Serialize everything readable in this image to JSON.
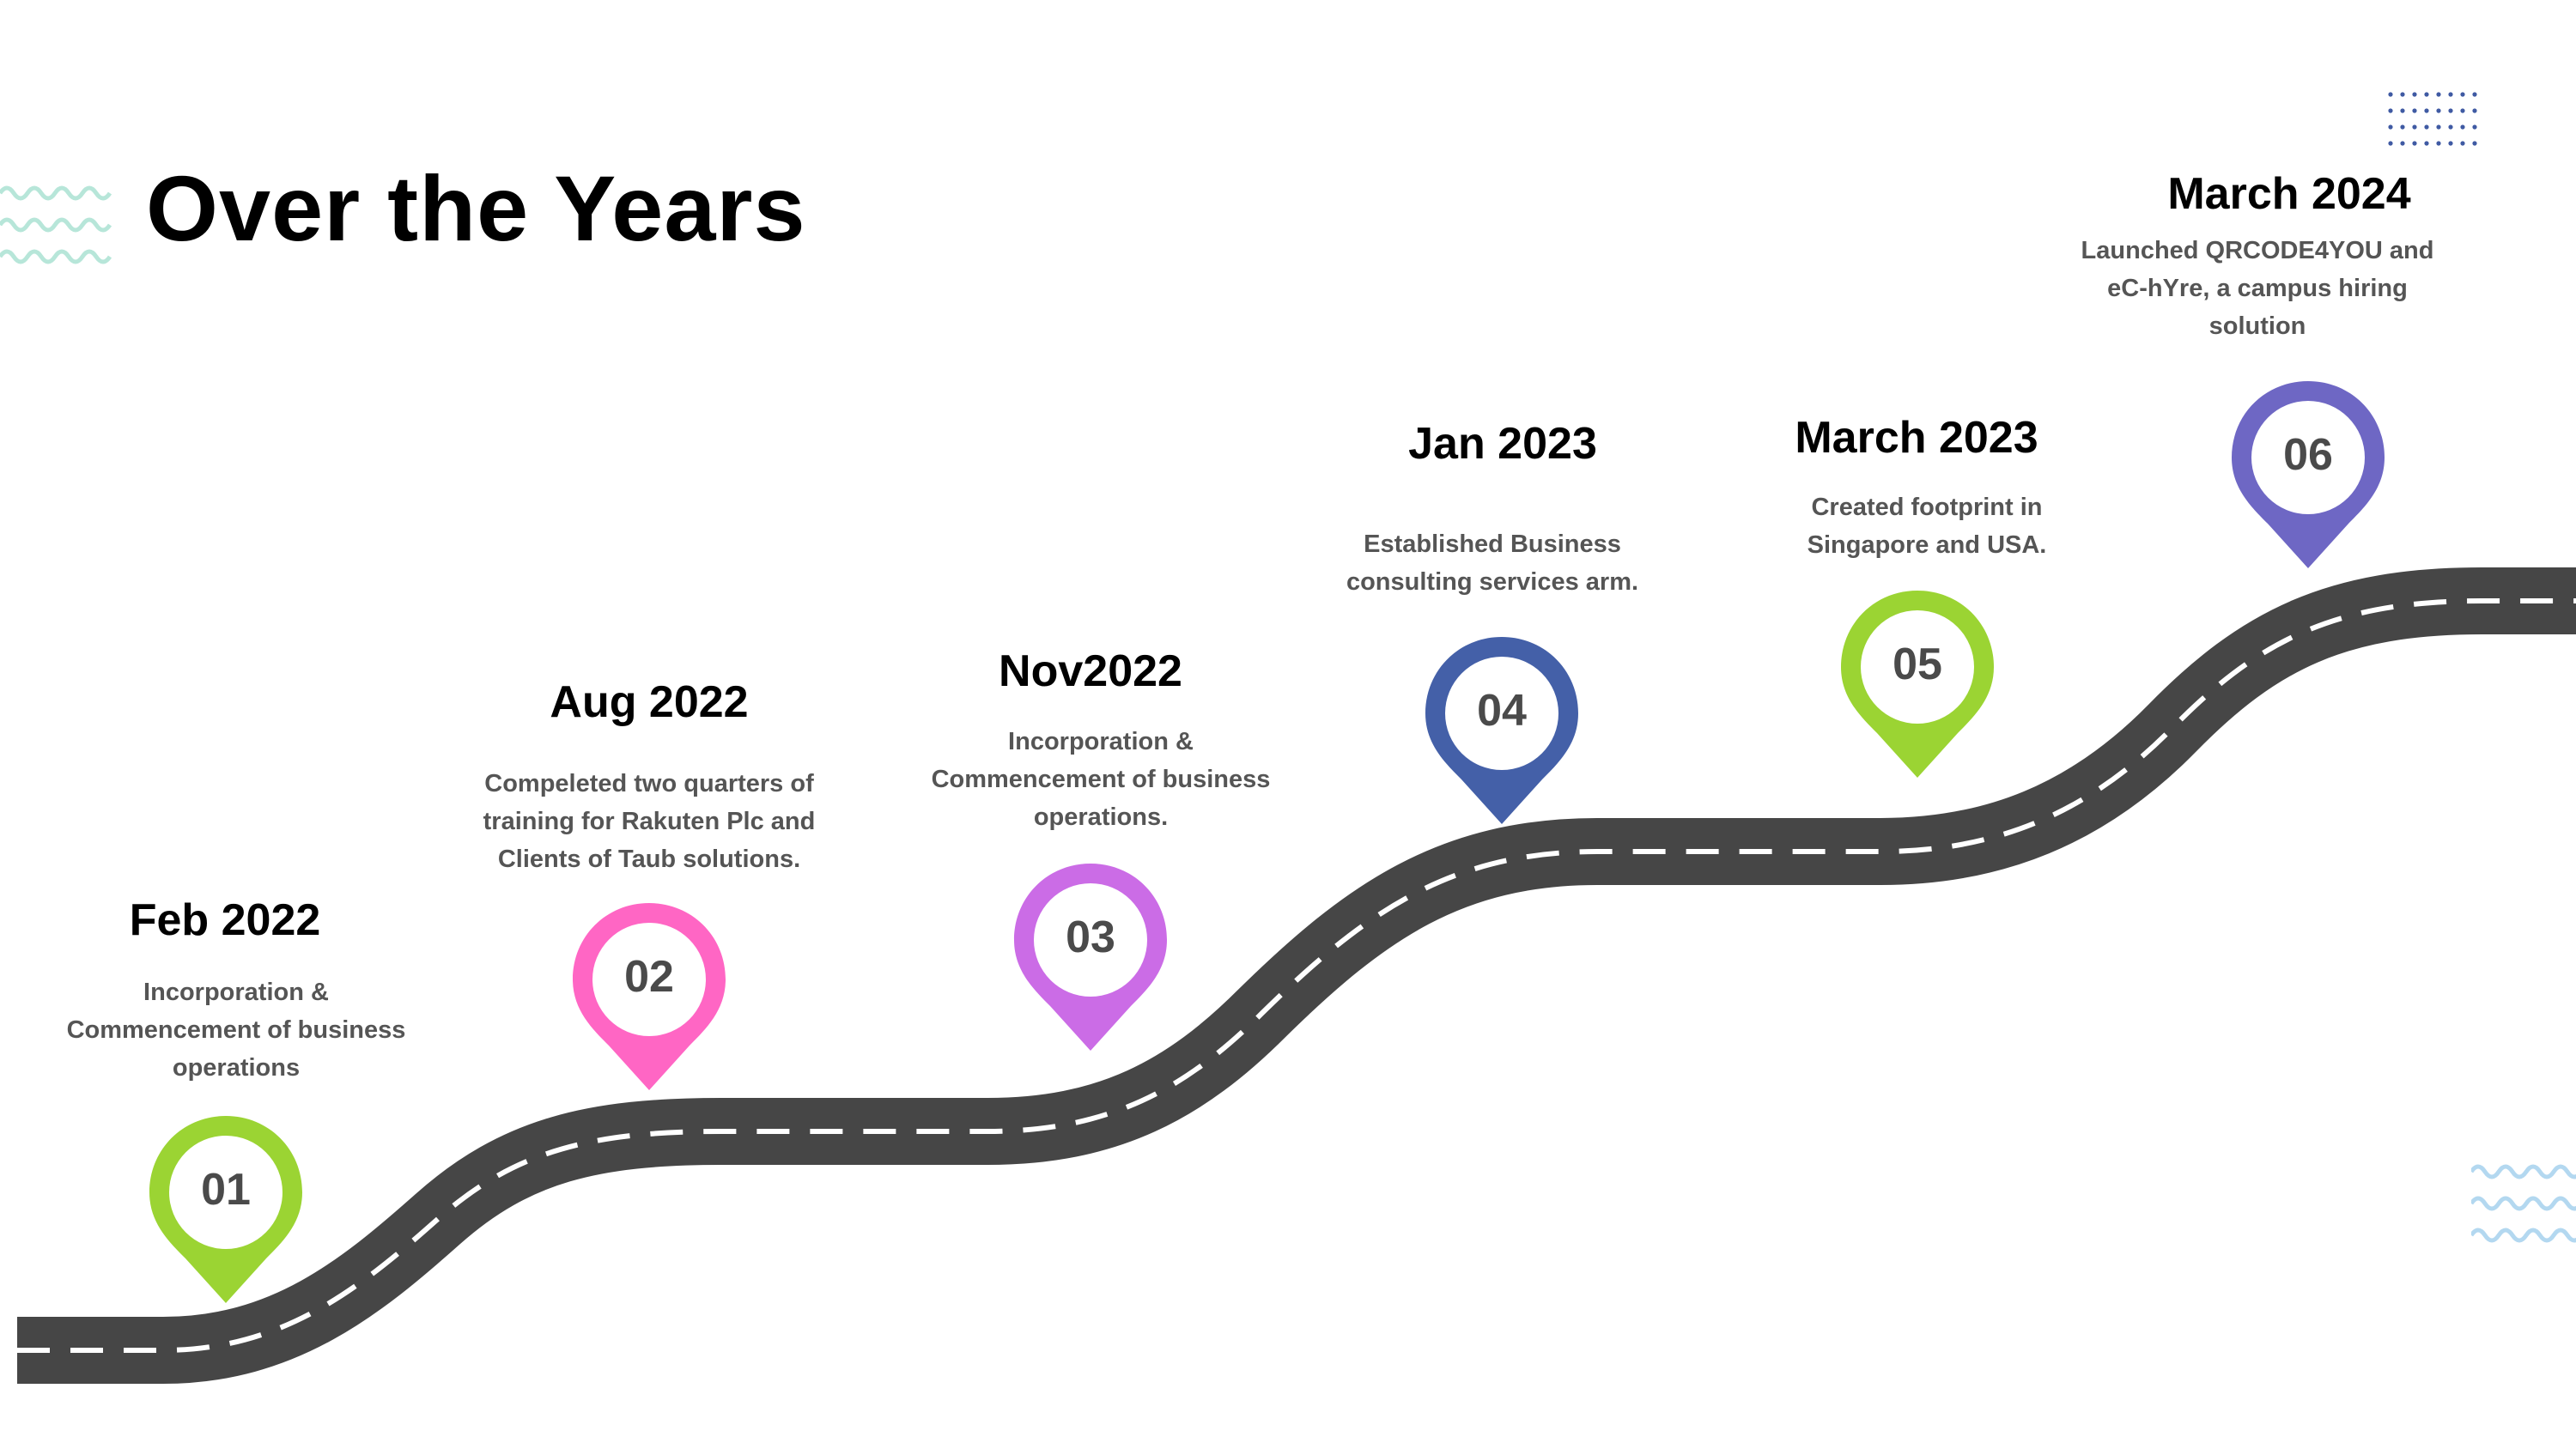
{
  "title": "Over the Years",
  "colors": {
    "road": "#464646",
    "lane": "#ffffff",
    "green": "#9bd433",
    "pink": "#ff66c4",
    "violet": "#cb6ce6",
    "navy": "#4460a8",
    "purple": "#6e67c4",
    "wave_mint": "#b7e6d9",
    "wave_blue": "#b3d8f0",
    "dots": "#3f5aa3"
  },
  "milestones": [
    {
      "number": "01",
      "date": "Feb 2022",
      "description": "Incorporation & Commencement of business operations",
      "color_key": "green",
      "icon": "map-pin-icon"
    },
    {
      "number": "02",
      "date": "Aug 2022",
      "description": "Compeleted two quarters of training for Rakuten Plc and Clients of Taub solutions.",
      "color_key": "pink",
      "icon": "map-pin-icon"
    },
    {
      "number": "03",
      "date": "Nov2022",
      "description": "Incorporation & Commencement of business operations.",
      "color_key": "violet",
      "icon": "map-pin-icon"
    },
    {
      "number": "04",
      "date": "Jan 2023",
      "description": "Established Business consulting services arm.",
      "color_key": "navy",
      "icon": "map-pin-icon"
    },
    {
      "number": "05",
      "date": "March 2023",
      "description": "Created footprint in Singapore and USA.",
      "color_key": "green",
      "icon": "map-pin-icon"
    },
    {
      "number": "06",
      "date": "March 2024",
      "description": "Launched QRCODE4YOU and eC-hYre, a campus hiring solution",
      "color_key": "purple",
      "icon": "map-pin-icon"
    }
  ]
}
